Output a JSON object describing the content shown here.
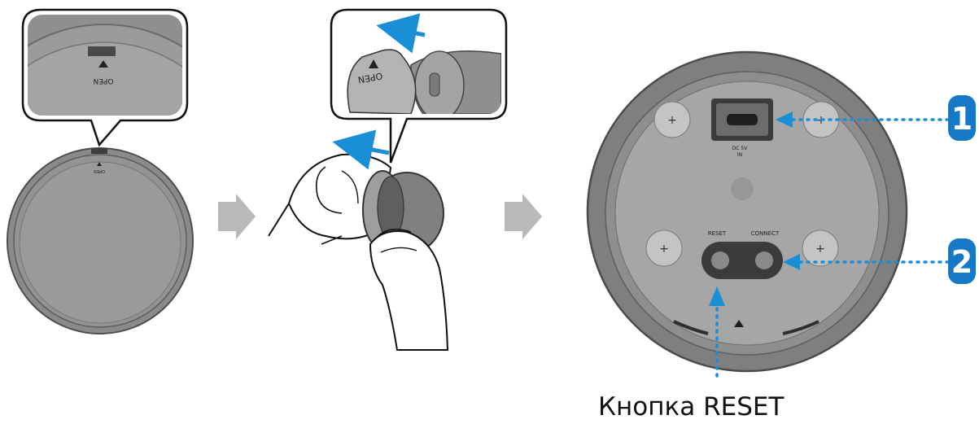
{
  "panel1": {
    "callout_open_text": "OPEN",
    "cover_open_text": "OPEN"
  },
  "panel2": {
    "callout_open_text": "OPEN"
  },
  "panel3": {
    "port_label_line1": "DC 5V",
    "port_label_line2": "IN",
    "reset_label": "RESET",
    "connect_label": "CONNECT",
    "marker_1": "1",
    "marker_2": "2"
  },
  "caption": "Кнопка RESET",
  "colors": {
    "device_gray": "#8c8c8c",
    "accent_blue": "#1a8fd6",
    "badge_blue": "#1679c8"
  }
}
